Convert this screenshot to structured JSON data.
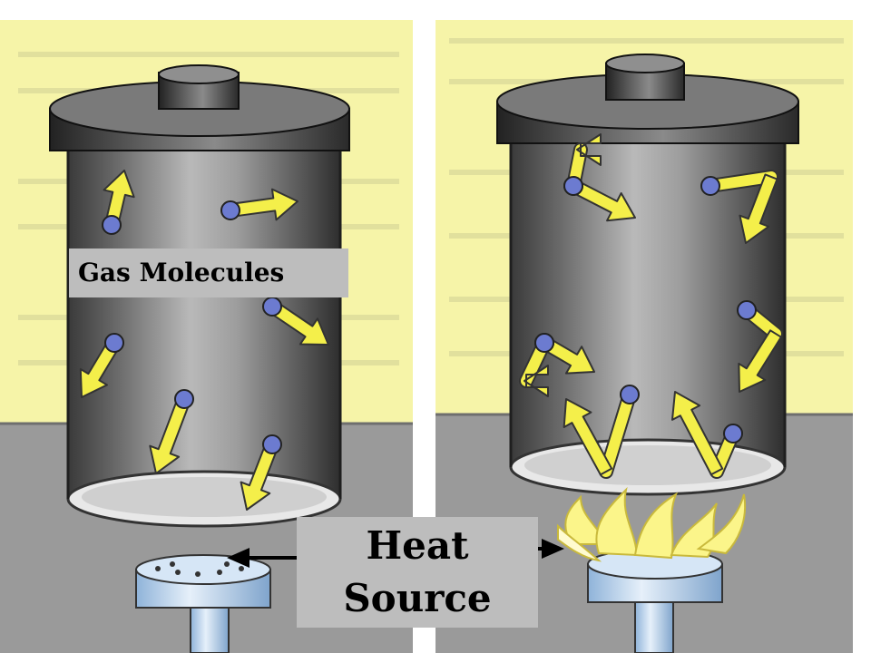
{
  "labels": {
    "gas_molecules": "Gas Molecules",
    "heat_line1": "Heat",
    "heat_line2": "Source"
  },
  "panels": [
    {
      "name": "left-panel",
      "heated": false
    },
    {
      "name": "right-panel",
      "heated": true
    }
  ],
  "colors": {
    "background_yellow": "#f6f4a8",
    "floor_gray": "#9a9a9a",
    "container_gray": "#7c7c7c",
    "arrow_yellow": "#f4ef4a",
    "molecule_blue": "#6c7bd0",
    "burner_blue": "#b9d3ec",
    "flame_yellow": "#fbf58a"
  }
}
